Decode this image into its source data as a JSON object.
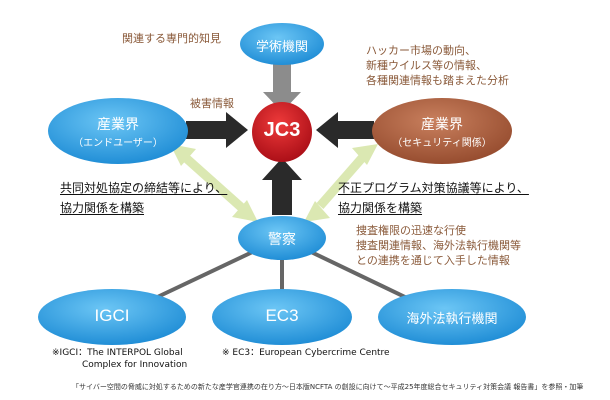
{
  "nodes": {
    "academia": "学術機関",
    "jc3": "JC3",
    "industry_end_user": {
      "line1": "産業界",
      "line2": "（エンドユーザー）"
    },
    "industry_security": {
      "line1": "産業界",
      "line2": "（セキュリティ関係）"
    },
    "police": "警察",
    "igci": "IGCI",
    "ec3": "EC3",
    "foreign_agencies": "海外法執行機関"
  },
  "annotations": {
    "academia_knowledge": "関連する専門的知見",
    "damage_info": "被害情報",
    "hacker_analysis": [
      "ハッカー市場の動向、",
      "新種ウイルス等の情報、",
      "各種関連情報も踏まえた分析"
    ],
    "joint_agreement": [
      "共同対処協定の締結等により、",
      "協力関係を構築"
    ],
    "illegal_program_council": [
      "不正プログラム対策協議等により、",
      "協力関係を構築"
    ],
    "investigation": [
      "捜査権限の迅速な行使",
      "捜査関連情報、海外法執行機関等",
      "との連携を通じて入手した情報"
    ]
  },
  "notes": {
    "igci": [
      "※IGCI：The INTERPOL Global",
      "Complex for Innovation"
    ],
    "ec3": "※ EC3：European Cybercrime Centre"
  },
  "footer": "「サイバー空間の脅威に対処するための新たな産学官連携の在り方～日本版NCFTA の創設に向けて～平成25年度総合セキュリティ対策会議 報告書」を参照・加筆",
  "colors": {
    "blue_node": "#2e9fe0",
    "jc3_red": "#c8141e",
    "security_brown": "#a35a3c",
    "arrow_dark": "#2a2a2a",
    "arrow_grey": "#8c8c8c",
    "arrow_green": "#dbe8b2",
    "annotation_brown": "#8a5a3a"
  }
}
